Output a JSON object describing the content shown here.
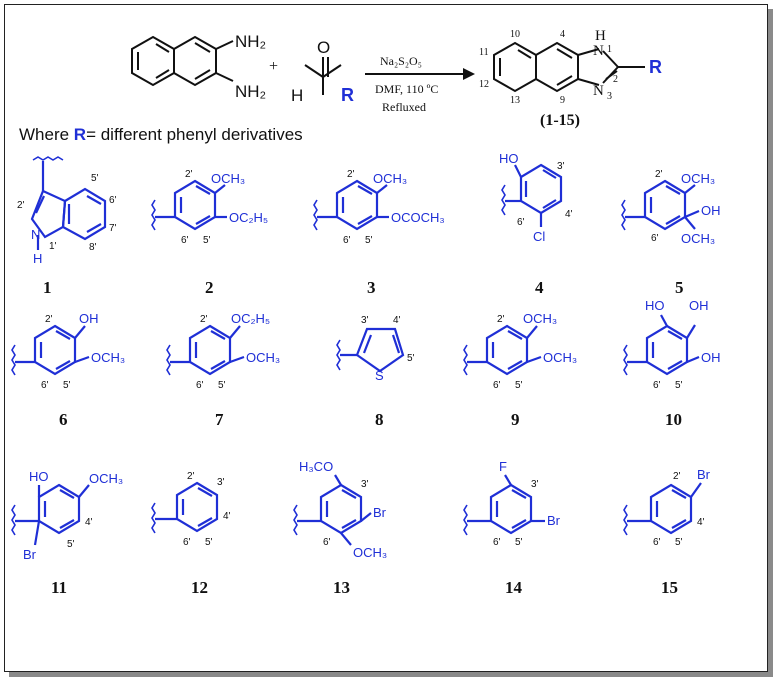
{
  "reaction": {
    "reagent_line1": "Na₂S₂O₅",
    "reagent_line2": "DMF, 110 ºC",
    "reagent_line3": "Refluxed",
    "plus": "+",
    "product_range": "(1-15)",
    "amine_groups": [
      "NH₂",
      "NH₂"
    ],
    "aldehyde_atoms": {
      "O": "O",
      "H": "H",
      "R": "R"
    },
    "product_atoms": {
      "NH": "H",
      "N1": "N",
      "N1_num": "1",
      "N3": "N",
      "N3_num": "3",
      "C2_num": "2",
      "R": "R"
    },
    "product_numbers": [
      "10",
      "4",
      "11",
      "12",
      "13",
      "9"
    ]
  },
  "where_line": {
    "prefix": "Where ",
    "r": "R",
    "suffix": "= different phenyl derivatives"
  },
  "compounds": [
    {
      "id": "1",
      "labels": [
        "5'",
        "6'",
        "7'",
        "8'",
        "2'",
        "N",
        "1'",
        "H"
      ]
    },
    {
      "id": "2",
      "labels": [
        "2'",
        "OCH₃",
        "OC₂H₅",
        "6'",
        "5'"
      ]
    },
    {
      "id": "3",
      "labels": [
        "2'",
        "OCH₃",
        "OCOCH₃",
        "6'",
        "5'"
      ]
    },
    {
      "id": "4",
      "labels": [
        "HO",
        "3'",
        "4'",
        "6'",
        "Cl"
      ]
    },
    {
      "id": "5",
      "labels": [
        "2'",
        "OCH₃",
        "OH",
        "6'",
        "OCH₃"
      ]
    },
    {
      "id": "6",
      "labels": [
        "2'",
        "OH",
        "OCH₃",
        "6'",
        "5'"
      ]
    },
    {
      "id": "7",
      "labels": [
        "2'",
        "OC₂H₅",
        "OCH₃",
        "6'",
        "5'"
      ]
    },
    {
      "id": "8",
      "labels": [
        "3'",
        "4'",
        "S",
        "5'"
      ]
    },
    {
      "id": "9",
      "labels": [
        "2'",
        "OCH₃",
        "OCH₃",
        "6'",
        "5'"
      ]
    },
    {
      "id": "10",
      "labels": [
        "HO",
        "OH",
        "OH",
        "6'",
        "5'"
      ]
    },
    {
      "id": "11",
      "labels": [
        "HO",
        "OCH₃",
        "4'",
        "5'",
        "Br"
      ]
    },
    {
      "id": "12",
      "labels": [
        "2'",
        "3'",
        "4'",
        "6'",
        "5'"
      ]
    },
    {
      "id": "13",
      "labels": [
        "H₃CO",
        "3'",
        "Br",
        "6'",
        "OCH₃"
      ]
    },
    {
      "id": "14",
      "labels": [
        "F",
        "3'",
        "Br",
        "6'",
        "5'"
      ]
    },
    {
      "id": "15",
      "labels": [
        "Br",
        "2'",
        "4'",
        "6'",
        "5'"
      ]
    }
  ],
  "colors": {
    "structure": "#1f2fd6",
    "reaction": "#111111",
    "text": "#111111"
  }
}
